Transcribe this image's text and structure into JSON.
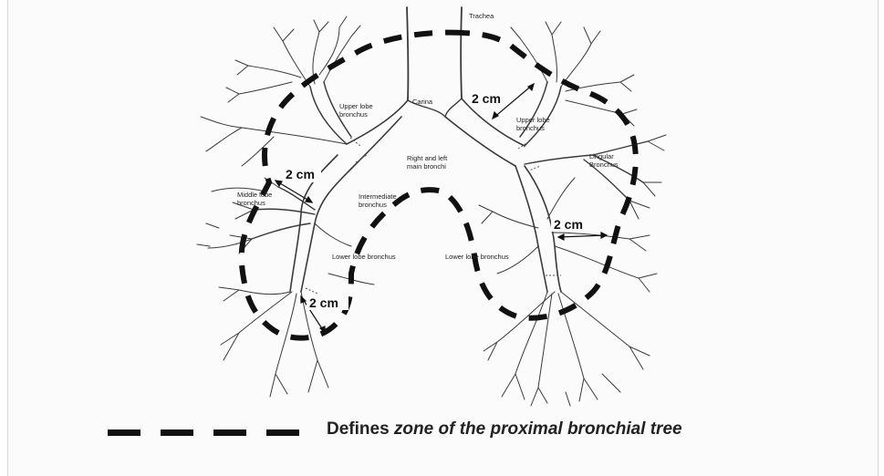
{
  "labels": {
    "trachea": "Trachea",
    "carina": "Carina",
    "right_left_main_1": "Right and left",
    "right_left_main_2": "main bronchi",
    "upper_lobe_left_1": "Upper lobe",
    "upper_lobe_left_2": "bronchus",
    "upper_lobe_right_1": "Upper lobe",
    "upper_lobe_right_2": "bronchus",
    "middle_lobe_1": "Middle lobe",
    "middle_lobe_2": "bronchus",
    "intermediate_1": "Intermediate",
    "intermediate_2": "bronchus",
    "lower_lobe_left": "Lower lobe bronchus",
    "lower_lobe_right": "Lower lobe bronchus",
    "lingular_1": "Lingular",
    "lingular_2": "Bronchus"
  },
  "dimensions": {
    "d1": "2 cm",
    "d2": "2 cm",
    "d3": "2 cm",
    "d4": "2 cm"
  },
  "legend": {
    "prefix": "Defines ",
    "italic": "zone of the proximal bronchial tree"
  },
  "colors": {
    "airway_stroke": "#3a3a3a",
    "airway_fill": "#f3f3f3",
    "dash": "#111111"
  }
}
